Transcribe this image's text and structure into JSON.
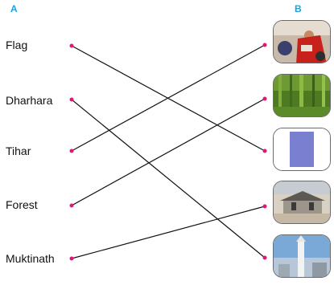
{
  "columns": {
    "a": "A",
    "b": "B"
  },
  "left_items": [
    "Flag",
    "Dharhara",
    "Tihar",
    "Forest",
    "Muktinath"
  ],
  "right_images": [
    "festival-photo",
    "forest-photo",
    "flag-image",
    "temple-photo",
    "tower-photo"
  ],
  "matches": [
    {
      "from": "Flag",
      "to": "flag-image"
    },
    {
      "from": "Dharhara",
      "to": "tower-photo"
    },
    {
      "from": "Tihar",
      "to": "festival-photo"
    },
    {
      "from": "Forest",
      "to": "forest-photo"
    },
    {
      "from": "Muktinath",
      "to": "temple-photo"
    }
  ],
  "colors": {
    "header": "#1aa3e0",
    "dot": "#e0167a",
    "line": "#111111"
  }
}
